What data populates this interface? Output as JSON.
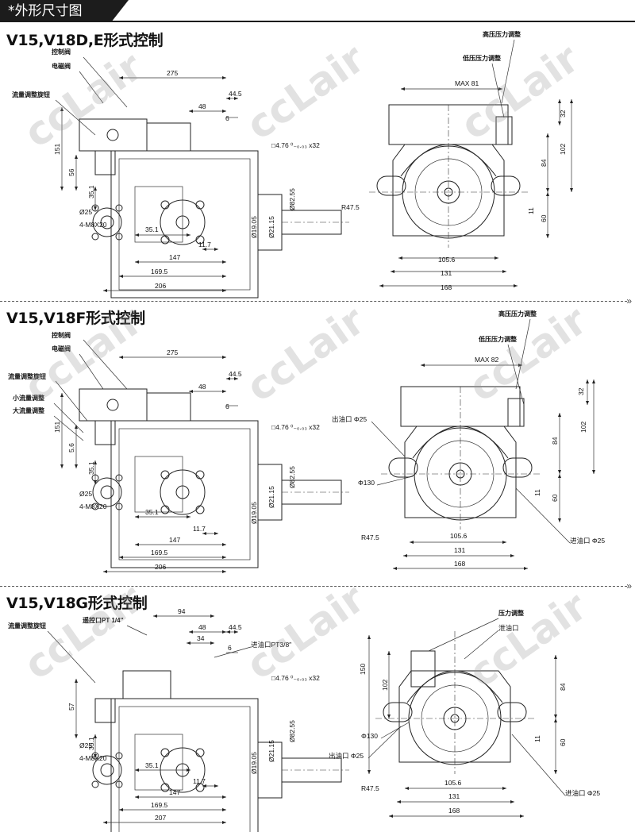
{
  "header": {
    "title": "*外形尺寸图"
  },
  "watermark": "ccLair",
  "sections": [
    {
      "title": "V15,V18D,E形式控制",
      "side": {
        "labels": [
          "控制阀",
          "电磁阀",
          "流量调整旋钮"
        ],
        "dims": [
          "275",
          "48",
          "44.5",
          "6",
          "151",
          "56",
          "35.1",
          "Ø25",
          "4-M8X20",
          "35.1",
          "147",
          "169.5",
          "206",
          "11.7",
          "□4.76 ⁰₋₀.₀₃ x32",
          "Ø19.05",
          "Ø21.15",
          "Ø82.55"
        ]
      },
      "front": {
        "labels": [
          "高压压力调整",
          "低压压力调整"
        ],
        "dims": [
          "MAX 81",
          "32",
          "102",
          "84",
          "60",
          "11",
          "R47.5",
          "105.6",
          "131",
          "168"
        ]
      }
    },
    {
      "title": "V15,V18F形式控制",
      "side": {
        "labels": [
          "控制阀",
          "电磁阀",
          "流量调整旋钮",
          "小流量调整",
          "大流量调整"
        ],
        "dims": [
          "275",
          "48",
          "44.5",
          "6",
          "151",
          "5.6",
          "35.1",
          "Ø25",
          "4-M8X20",
          "35.1",
          "147",
          "169.5",
          "206",
          "11.7",
          "□4.76 ⁰₋₀.₀₃ x32",
          "Ø19.05",
          "Ø21.15",
          "Ø82.55"
        ]
      },
      "front": {
        "labels": [
          "高压压力调整",
          "低压压力调整",
          "出油口 Φ25",
          "Φ130",
          "进油口 Φ25"
        ],
        "dims": [
          "MAX 82",
          "32",
          "102",
          "84",
          "60",
          "11",
          "R47.5",
          "105.6",
          "131",
          "168"
        ]
      }
    },
    {
      "title": "V15,V18G形式控制",
      "side": {
        "labels": [
          "流量调整旋钮",
          "遥控口PT 1/4″",
          "进油口PT3/8″"
        ],
        "dims": [
          "94",
          "48",
          "44.5",
          "34",
          "6",
          "57",
          "35.1",
          "Ø25",
          "4-M8X20",
          "35.1",
          "147",
          "169.5",
          "207",
          "11.7",
          "□4.76 ⁰₋₀.₀₃ x32",
          "Ø19.05",
          "Ø21.15",
          "Ø82.55"
        ]
      },
      "front": {
        "labels": [
          "压力调整",
          "泄油口",
          "Φ130",
          "出油口 Φ25",
          "进油口 Φ25"
        ],
        "dims": [
          "150",
          "102",
          "84",
          "60",
          "11",
          "R47.5",
          "105.6",
          "131",
          "168"
        ]
      }
    }
  ]
}
